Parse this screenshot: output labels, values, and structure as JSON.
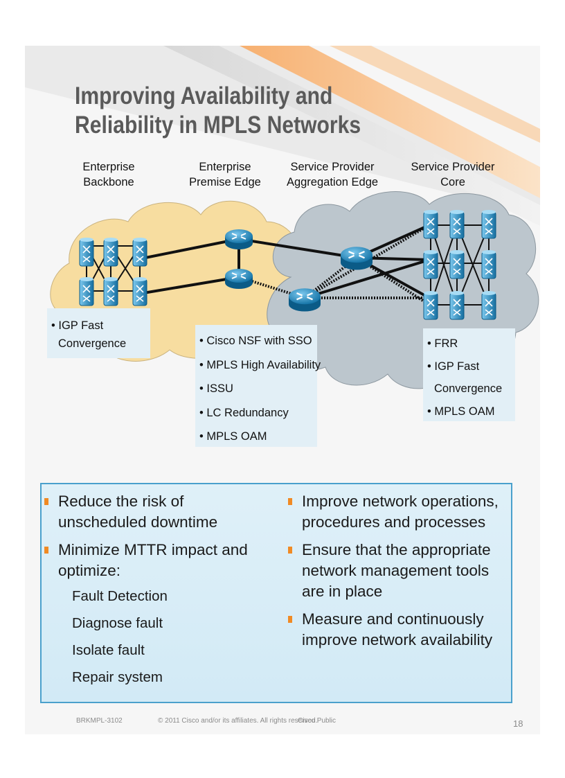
{
  "title": "Improving Availability and Reliability in MPLS Networks",
  "tiers": [
    {
      "label": "Enterprise\nBackbone"
    },
    {
      "label": "Enterprise\nPremise Edge"
    },
    {
      "label": "Service Provider\nAggregation Edge"
    },
    {
      "label": "Service Provider\nCore"
    }
  ],
  "enterprise_box": {
    "items": [
      "IGP Fast",
      "Convergence"
    ]
  },
  "edge_box": {
    "items": [
      "Cisco NSF with SSO",
      "MPLS High Availability",
      "ISSU",
      "LC Redundancy",
      "MPLS OAM"
    ]
  },
  "core_box": {
    "items": [
      "FRR",
      "IGP Fast",
      "Convergence",
      "MPLS OAM"
    ]
  },
  "panel": {
    "left": [
      {
        "text": "Reduce the risk of unscheduled downtime"
      },
      {
        "text": "Minimize MTTR impact and optimize:"
      }
    ],
    "left_sub": [
      "Fault Detection",
      "Diagnose fault",
      "Isolate fault",
      "Repair system"
    ],
    "right": [
      {
        "text": "Improve network operations, procedures and processes"
      },
      {
        "text": "Ensure that the appropriate network management tools  are in place"
      },
      {
        "text": "Measure and continuously improve network availability"
      }
    ]
  },
  "footer": {
    "session": "BRKMPL-3102",
    "copyright": "© 2011 Cisco and/or its affiliates. All rights reserved.",
    "classification": "Cisco Public",
    "page": "18"
  },
  "colors": {
    "accent": "#f08a24",
    "panel_border": "#4aa0cc",
    "router": "#1f8fc6",
    "enterprise_cloud": "#f7ddA0",
    "sp_cloud": "#bcc6cd"
  },
  "icons": [
    "router-icon",
    "switch-icon",
    "cloud-icon"
  ]
}
